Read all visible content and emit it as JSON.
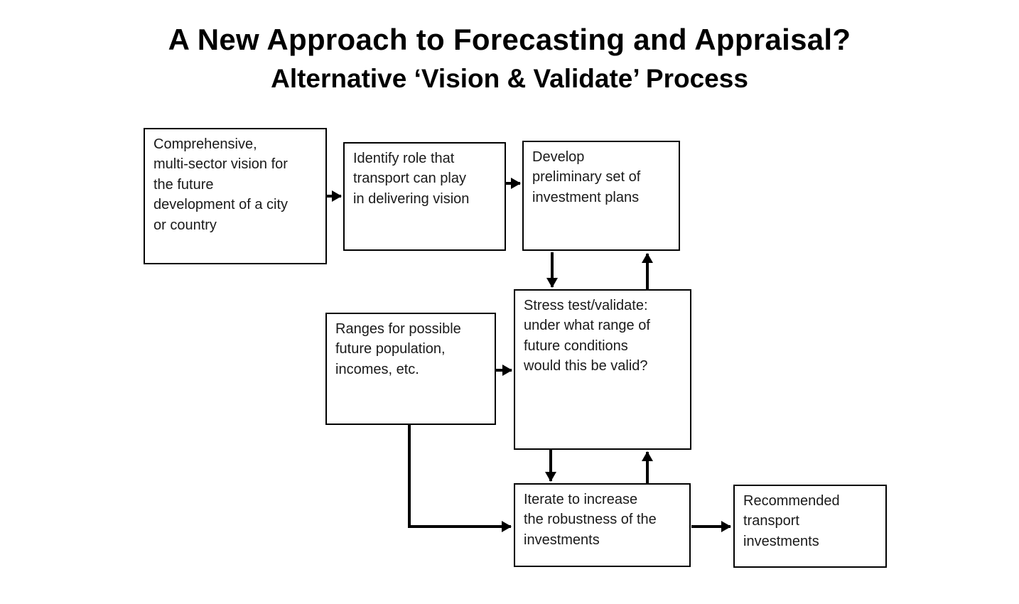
{
  "title": "A New Approach to Forecasting and Appraisal?",
  "subtitle": "Alternative ‘Vision & Validate’ Process",
  "boxes": {
    "vision": "Comprehensive,\nmulti-sector vision for\nthe future\ndevelopment of a city\nor country",
    "identify_role": "Identify role that\ntransport can play\nin delivering vision",
    "develop_plans": "Develop\npreliminary set of\ninvestment plans",
    "stress_test": "Stress test/validate:\nunder what range of\nfuture conditions\nwould this be valid?",
    "ranges": "Ranges for possible\nfuture population,\nincomes, etc.",
    "iterate": "Iterate to increase\nthe robustness of the\ninvestments",
    "recommended": "Recommended\ntransport\ninvestments"
  }
}
